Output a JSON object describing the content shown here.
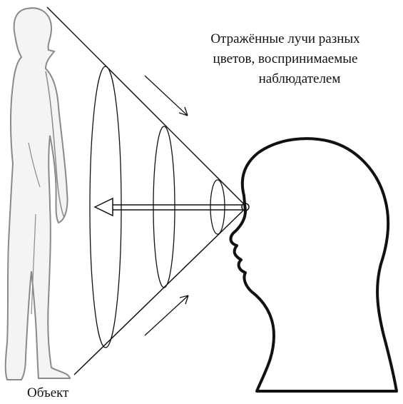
{
  "labels": {
    "caption_lines": [
      "Отражённые лучи разных",
      "цветов, воспринимаемые",
      "наблюдателем"
    ],
    "object_label": "Объект"
  },
  "colors": {
    "ink": "#111111",
    "figure_outline": "#8a8a8a",
    "figure_fill": "#f4f4f4",
    "background": "#ffffff"
  },
  "icons": {
    "arrow_down": "arrow-down-right-icon",
    "arrow_up": "arrow-up-right-icon",
    "view_arrow": "arrow-left-icon"
  }
}
